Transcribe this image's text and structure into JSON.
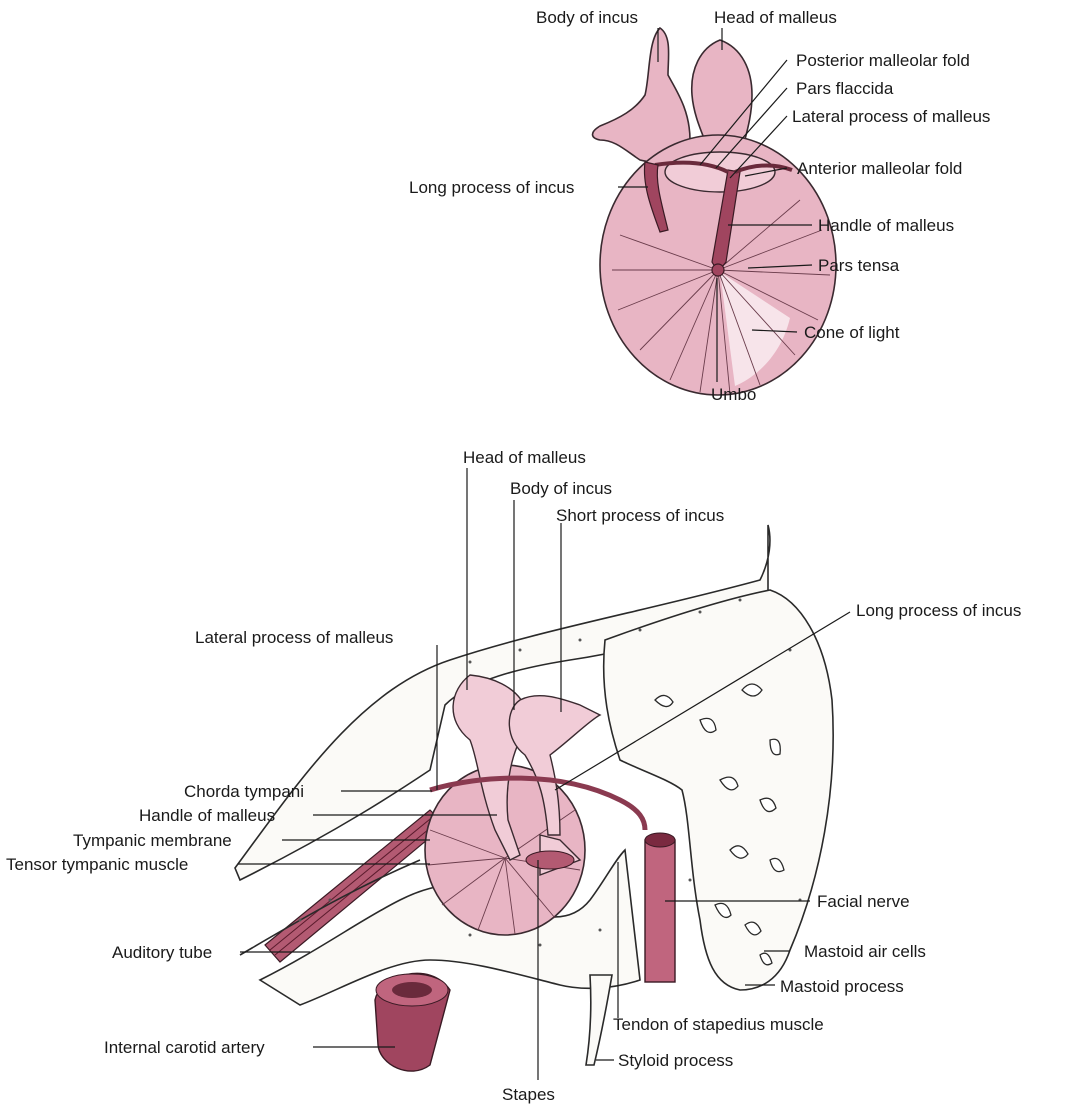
{
  "top_labels": {
    "body_of_incus": "Body of incus",
    "head_of_malleus": "Head of malleus",
    "posterior_malleolar_fold": "Posterior malleolar fold",
    "pars_flaccida": "Pars flaccida",
    "lateral_process_of_malleus": "Lateral process of malleus",
    "anterior_malleolar_fold": "Anterior malleolar fold",
    "long_process_of_incus": "Long process of incus",
    "handle_of_malleus": "Handle of malleus",
    "pars_tensa": "Pars tensa",
    "cone_of_light": "Cone of light",
    "umbo": "Umbo"
  },
  "bottom_labels": {
    "head_of_malleus": "Head of malleus",
    "body_of_incus": "Body of incus",
    "short_process_of_incus": "Short process of incus",
    "long_process_of_incus": "Long process of incus",
    "lateral_process_of_malleus": "Lateral process of malleus",
    "chorda_tympani": "Chorda tympani",
    "handle_of_malleus": "Handle of malleus",
    "tympanic_membrane": "Tympanic membrane",
    "tensor_tympanic_muscle": "Tensor tympanic muscle",
    "facial_nerve": "Facial nerve",
    "auditory_tube": "Auditory tube",
    "mastoid_air_cells": "Mastoid air cells",
    "mastoid_process": "Mastoid process",
    "tendon_of_stapedius_muscle": "Tendon of stapedius muscle",
    "internal_carotid_artery": "Internal carotid artery",
    "styloid_process": "Styloid process",
    "stapes": "Stapes"
  },
  "colors": {
    "membrane_pink": "#e8b5c4",
    "membrane_light": "#f1ccd7",
    "muscle_dark": "#a0455f",
    "bone_white": "#fbfaf7",
    "ink": "#1a1a1a"
  }
}
